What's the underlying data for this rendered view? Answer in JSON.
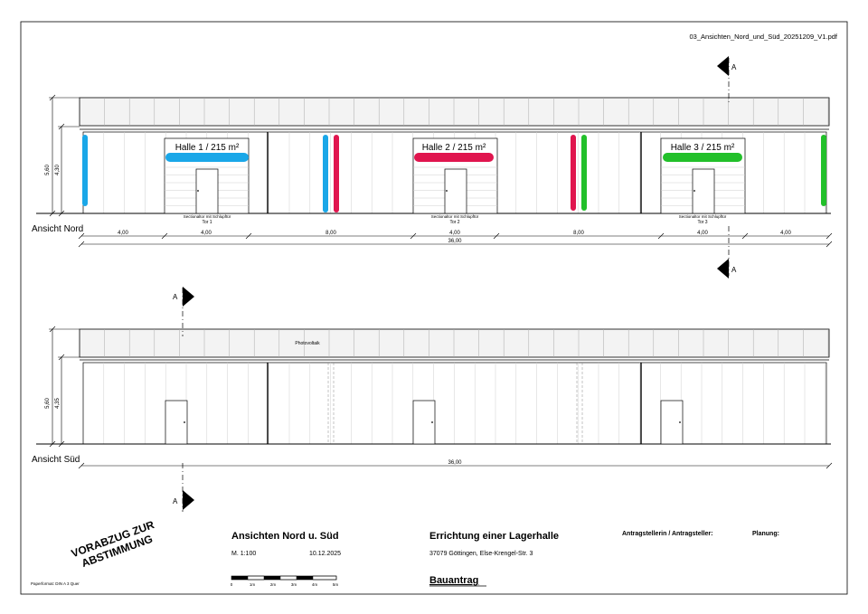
{
  "file_name": "03_Ansichten_Nord_und_Süd_20251209_V1.pdf",
  "section_marker": "A",
  "north": {
    "view_label": "Ansicht Nord",
    "total_height": "5,60",
    "wall_height": "4,30",
    "halls": [
      {
        "label": "Halle 1  / 215 m²",
        "color": "#1aa7e8",
        "door_label": "Sectionaltor mit Schlupftür",
        "gate_label": "Tor 1"
      },
      {
        "label": "Halle 2 / 215 m²",
        "color": "#e0154e",
        "door_label": "Sectionaltor mit Schlupftür",
        "gate_label": "Tor 2"
      },
      {
        "label": "Halle 3 / 215 m²",
        "color": "#22c02a",
        "door_label": "Sectionaltor mit Schlupftür",
        "gate_label": "Tor 3"
      }
    ],
    "dimensions": [
      "4,00",
      "4,00",
      "8,00",
      "4,00",
      "8,00",
      "4,00",
      "4,00"
    ],
    "total_length": "36,00"
  },
  "south": {
    "view_label": "Ansicht Süd",
    "total_height": "5,60",
    "wall_height": "4,35",
    "pv_label": "Photovoltaik",
    "total_length": "36,00"
  },
  "stamp": {
    "line1": "VORABZUG ZUR",
    "line2": "ABSTIMMUNG"
  },
  "paper_format": "Paperformat: DIN A 3 Quer",
  "title_block": {
    "title": "Ansichten Nord u. Süd",
    "scale": "M. 1:100",
    "date": "10.12.2025",
    "project": "Errichtung einer Lagerhalle",
    "address": "37079 Göttingen, Else-Krengel-Str. 3",
    "type": "Bauantrag",
    "applicant_label": "Antragstellerin / Antragsteller:",
    "planning_label": "Planung:",
    "scale_bar_labels": [
      "0",
      "1m",
      "2m",
      "3m",
      "4m",
      "5m"
    ]
  }
}
